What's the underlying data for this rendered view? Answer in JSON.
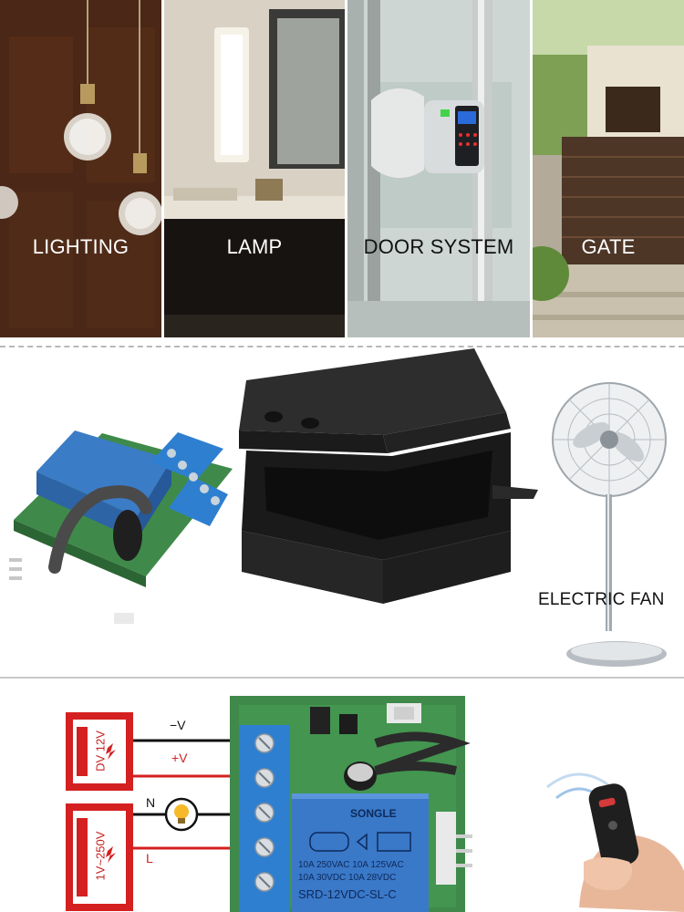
{
  "applications": [
    {
      "label": "LIGHTING"
    },
    {
      "label": "LAMP"
    },
    {
      "label": "DOOR SYSTEM"
    },
    {
      "label": "GATE"
    }
  ],
  "fan": {
    "label": "ELECTRIC FAN"
  },
  "wiring": {
    "minus_v": "−V",
    "plus_v": "+V",
    "neutral": "N",
    "live": "L",
    "dc_supply": "DV 12V",
    "ac_supply": "1V~250V"
  },
  "relay": {
    "brand": "SONGLE",
    "rating_line1": "10A 250VAC  10A 125VAC",
    "rating_line2": "10A  30VDC  10A  28VDC",
    "model": "SRD-12VDC-SL-C"
  },
  "colors": {
    "red_wire": "#d42020",
    "black_wire": "#111111",
    "terminal_blue": "#2f7fd0",
    "pcb_green": "#3f8a4a",
    "relay_blue": "#3a78c8"
  }
}
